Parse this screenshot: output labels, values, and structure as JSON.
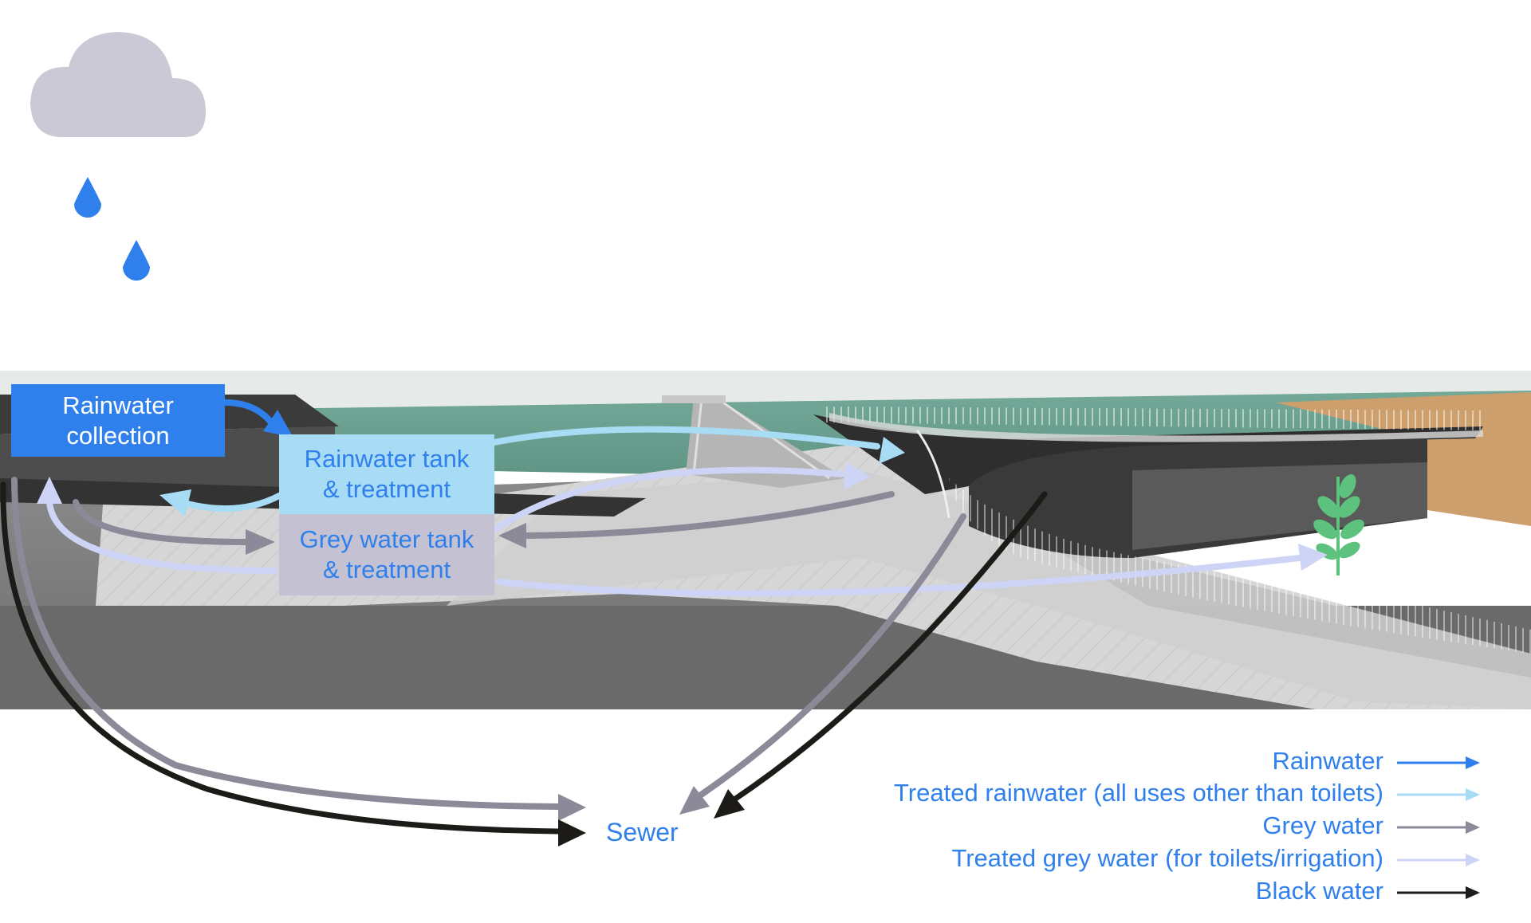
{
  "boxes": {
    "rainwater_collection": [
      "Rainwater",
      "collection"
    ],
    "rainwater_tank": [
      "Rainwater tank",
      "& treatment"
    ],
    "grey_water_tank": [
      "Grey water tank",
      "& treatment"
    ]
  },
  "sewer_label": "Sewer",
  "legend": [
    {
      "label": "Rainwater",
      "color": "#2f80ed"
    },
    {
      "label": "Treated rainwater (all uses other than toilets)",
      "color": "#a8dcf5"
    },
    {
      "label": "Grey water",
      "color": "#8c8a98"
    },
    {
      "label": "Treated grey water (for toilets/irrigation)",
      "color": "#cdd4f6"
    },
    {
      "label": "Black water",
      "color": "#1c1b17"
    }
  ],
  "icons": [
    "cloud-icon",
    "raindrop-icon",
    "raindrop-icon",
    "plant-icon"
  ],
  "colors": {
    "rainwater": "#2f80ed",
    "treated_rainwater": "#a8dcf5",
    "grey_water": "#8c8a98",
    "treated_grey_water": "#cdd4f6",
    "black_water": "#1c1b17",
    "text": "#2f80ed",
    "cloud": "#cbc9d6",
    "plant": "#5cc27e"
  }
}
